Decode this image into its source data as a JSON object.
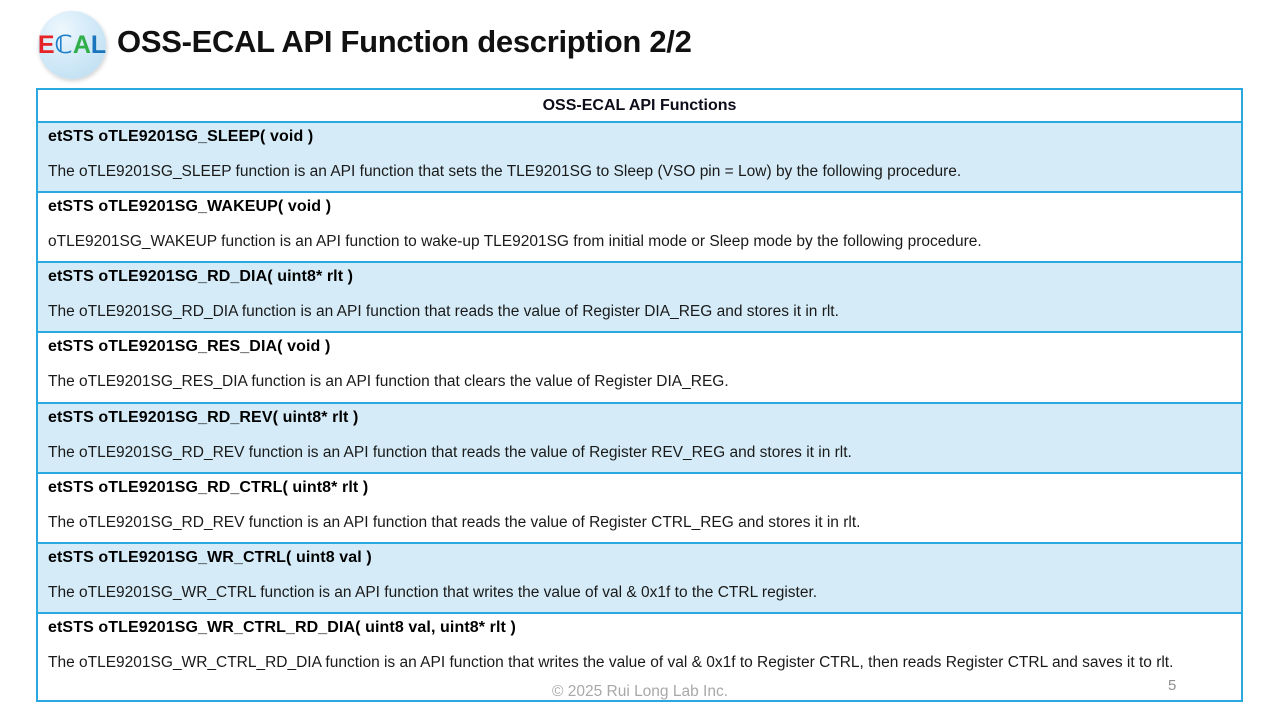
{
  "slide_title": "OSS-ECAL API Function description 2/2",
  "logo": {
    "name": "ECAL",
    "letters": [
      {
        "char": "E",
        "color": "#e62327"
      },
      {
        "char": "ℂ",
        "color": "#1e7ec8"
      },
      {
        "char": "A",
        "color": "#2fae49"
      },
      {
        "char": "L",
        "color": "#1b75bc"
      }
    ]
  },
  "table": {
    "header": "OSS-ECAL API Functions",
    "rows": [
      {
        "signature": "etSTS oTLE9201SG_SLEEP( void )",
        "description": "The oTLE9201SG_SLEEP function is an API function that sets the TLE9201SG to Sleep (VSO pin = Low) by the following procedure.",
        "highlight": true
      },
      {
        "signature": "etSTS oTLE9201SG_WAKEUP( void )",
        "description": "oTLE9201SG_WAKEUP function is an API function to wake-up TLE9201SG from initial mode or Sleep mode by the following procedure.",
        "highlight": false
      },
      {
        "signature": "etSTS oTLE9201SG_RD_DIA( uint8* rlt )",
        "description": "The oTLE9201SG_RD_DIA function is an API function that reads the value of Register DIA_REG and stores it in rlt.",
        "highlight": true
      },
      {
        "signature": "etSTS oTLE9201SG_RES_DIA( void )",
        "description": "The oTLE9201SG_RES_DIA function is an API function that clears the value of Register DIA_REG.",
        "highlight": false
      },
      {
        "signature": "etSTS oTLE9201SG_RD_REV( uint8* rlt )",
        "description": "The oTLE9201SG_RD_REV function is an API function that reads the value of Register REV_REG and stores it in rlt.",
        "highlight": true
      },
      {
        "signature": "etSTS oTLE9201SG_RD_CTRL( uint8* rlt )",
        "description": "The oTLE9201SG_RD_REV function is an API function that reads the value of Register CTRL_REG and stores it in rlt.",
        "highlight": false
      },
      {
        "signature": "etSTS oTLE9201SG_WR_CTRL( uint8 val )",
        "description": "The oTLE9201SG_WR_CTRL function is an API function that writes the value of val & 0x1f to the CTRL register.",
        "highlight": true
      },
      {
        "signature": "etSTS oTLE9201SG_WR_CTRL_RD_DIA( uint8 val, uint8* rlt )",
        "description": "The oTLE9201SG_WR_CTRL_RD_DIA function is an API function that writes the value of val & 0x1f to Register CTRL, then reads Register CTRL and saves it to rlt.",
        "highlight": false,
        "tall": true
      }
    ]
  },
  "footer": {
    "copyright": "© 2025 Rui Long Lab Inc.",
    "page_number": "5"
  },
  "colors": {
    "table_border": "#29a9e0",
    "row_highlight": "#d5ecf8",
    "footer_text": "#a8a8a8"
  }
}
